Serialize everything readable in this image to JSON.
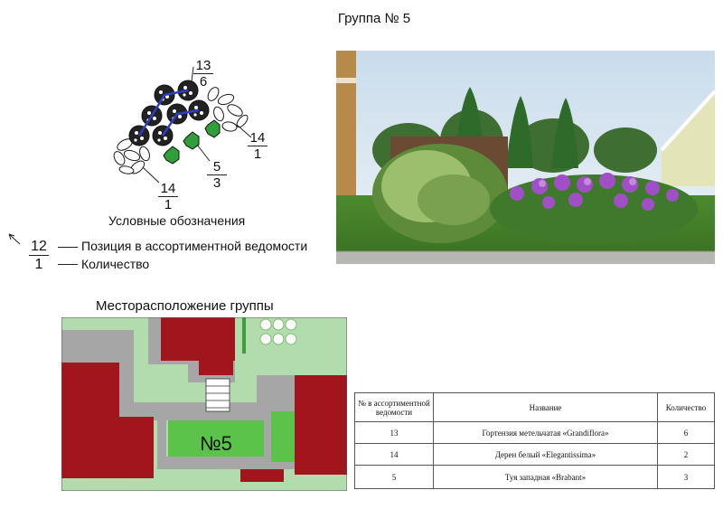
{
  "page": {
    "title": "Группа № 5"
  },
  "scheme": {
    "callouts": [
      {
        "top": "13",
        "bottom": "6"
      },
      {
        "top": "14",
        "bottom": "1"
      },
      {
        "top": "5",
        "bottom": "3"
      },
      {
        "top": "14",
        "bottom": "1"
      }
    ]
  },
  "legend": {
    "title": "Условные обозначения",
    "number": "12",
    "count": "1",
    "position_label": "Позиция в ассортиментной ведомости",
    "count_label": "Количество"
  },
  "site_plan": {
    "title": "Месторасположение группы",
    "group_label": "№5"
  },
  "table": {
    "headers": [
      "№ в ассортиментной ведомости",
      "Название",
      "Количество"
    ],
    "rows": [
      {
        "num": "13",
        "name": "Гортензия метельчатая «Grandiflora»",
        "qty": "6"
      },
      {
        "num": "14",
        "name": "Дерен белый «Elegantissima»",
        "qty": "2"
      },
      {
        "num": "5",
        "name": "Туя западная «Brabant»",
        "qty": "3"
      }
    ]
  },
  "colors": {
    "building": "#a3151c",
    "path": "#a6a6a6",
    "lawn": "#b3dcae",
    "bed": "#5cc34a",
    "hydrangea": "#2c3fc4",
    "shrub_green": "#2f9e3b"
  }
}
